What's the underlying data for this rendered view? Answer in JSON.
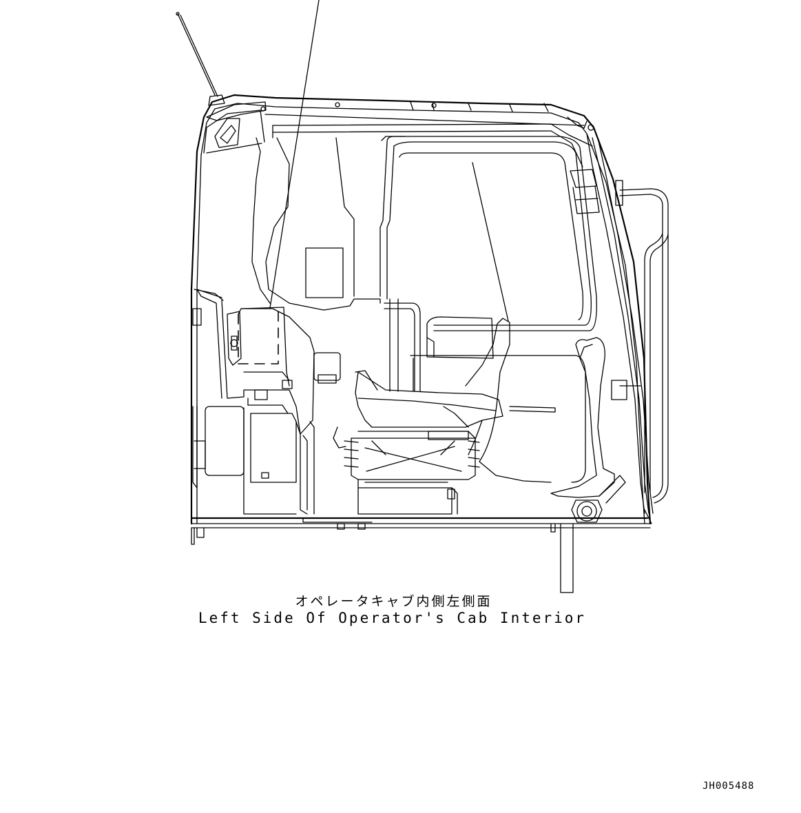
{
  "caption": {
    "japanese": "オペレータキャブ内側左側面",
    "english": "Left Side Of Operator's Cab Interior"
  },
  "drawing_number": "JH005488"
}
